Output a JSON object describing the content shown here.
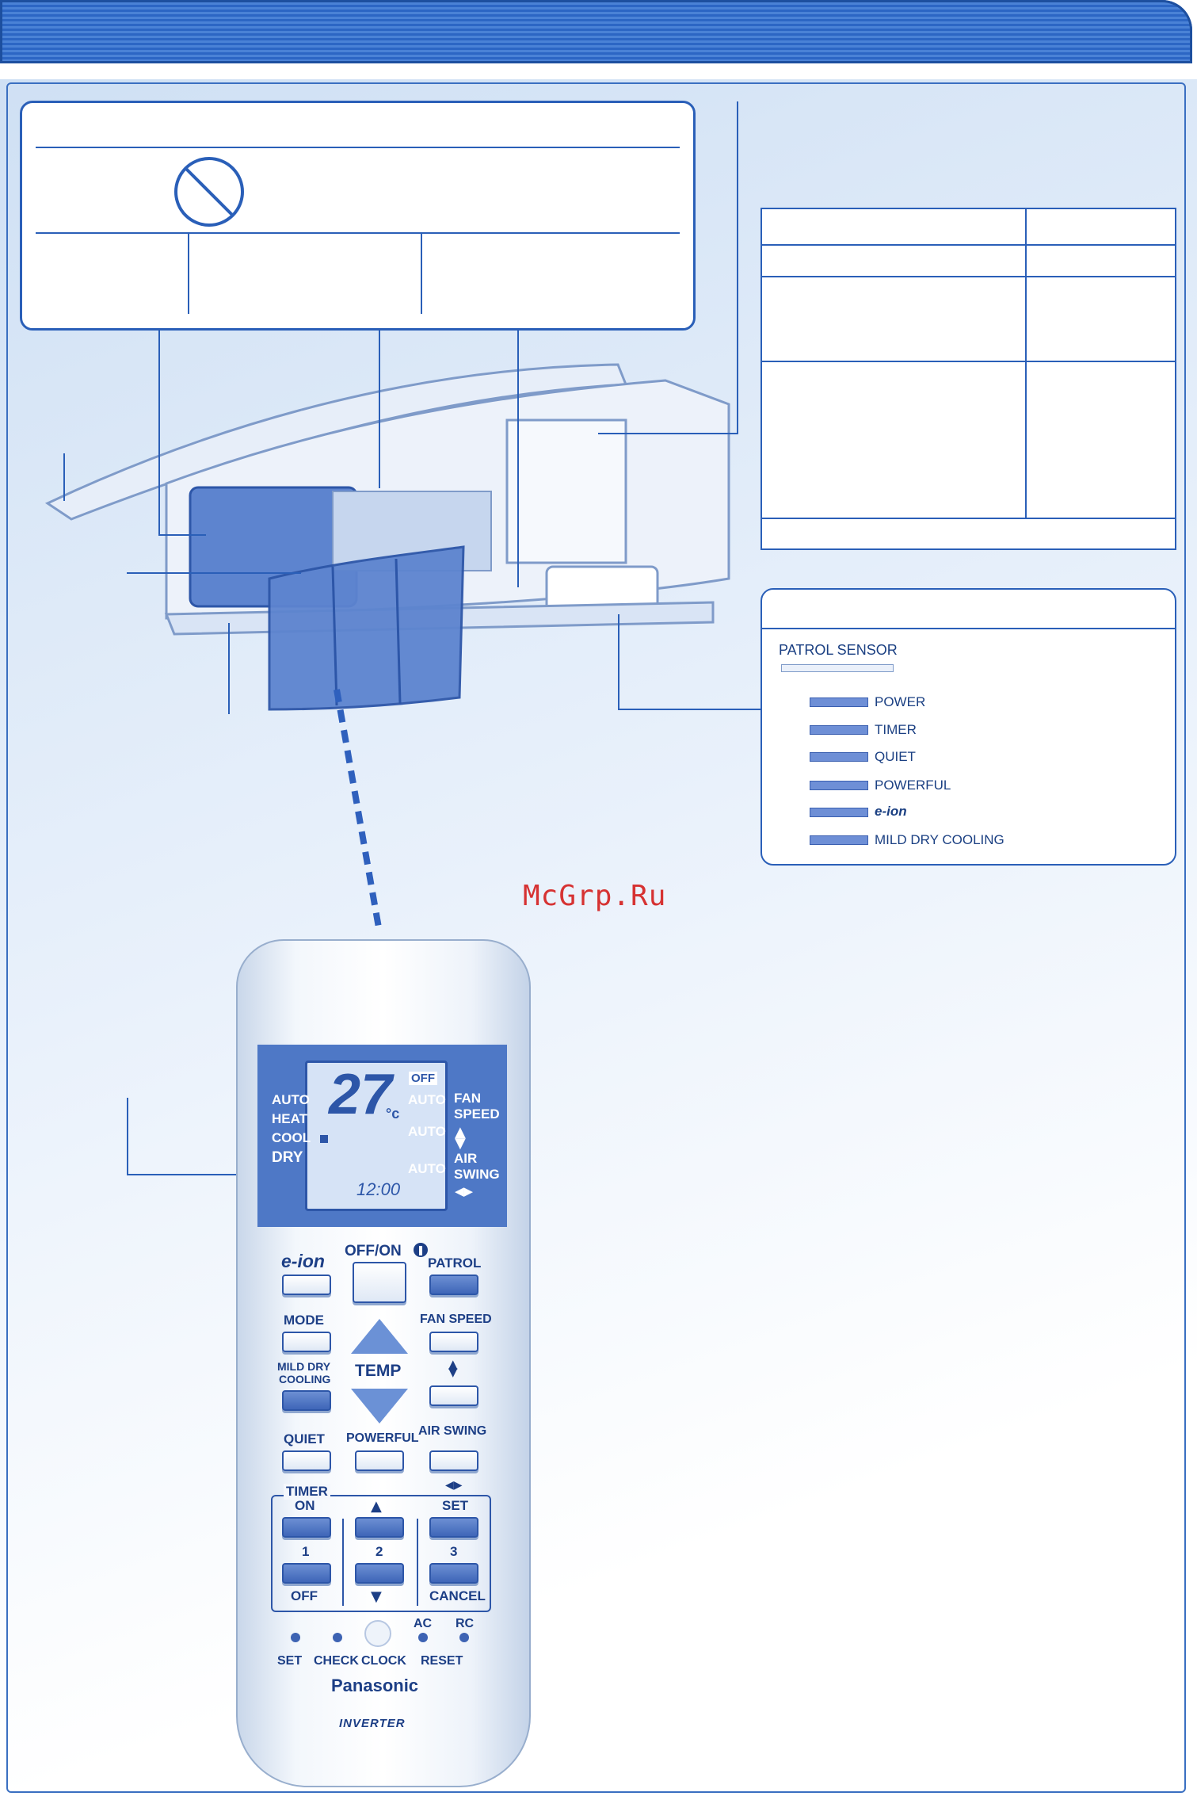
{
  "watermark": "McGrp.Ru",
  "indicator_panel": {
    "sensor_label": "PATROL SENSOR",
    "leds": [
      "POWER",
      "TIMER",
      "QUIET",
      "POWERFUL",
      "e-ion",
      "MILD DRY COOLING"
    ]
  },
  "remote": {
    "lcd": {
      "modes": [
        "AUTO",
        "HEAT",
        "COOL",
        "DRY"
      ],
      "temperature": "27",
      "unit": "°c",
      "off_badge": "OFF",
      "auto_labels": [
        "AUTO",
        "AUTO",
        "AUTO"
      ],
      "fan_speed": [
        "FAN",
        "SPEED"
      ],
      "air_swing": [
        "AIR",
        "SWING"
      ],
      "clock": "12:00"
    },
    "buttons": {
      "eion": "e-ion",
      "offon": "OFF/ON",
      "patrol": "PATROL",
      "mode": "MODE",
      "fan_speed": "FAN SPEED",
      "mild_dry": [
        "MILD DRY",
        "COOLING"
      ],
      "temp": "TEMP",
      "quiet": "QUIET",
      "powerful": "POWERFUL",
      "air_swing": "AIR SWING",
      "timer": "TIMER",
      "on": "ON",
      "set_top": "SET",
      "num1": "1",
      "num2": "2",
      "num3": "3",
      "off": "OFF",
      "cancel": "CANCEL",
      "ac": "AC",
      "rc": "RC",
      "set": "SET",
      "check": "CHECK",
      "clock": "CLOCK",
      "reset": "RESET"
    },
    "brand": "Panasonic",
    "inverter": "INVERTER"
  }
}
